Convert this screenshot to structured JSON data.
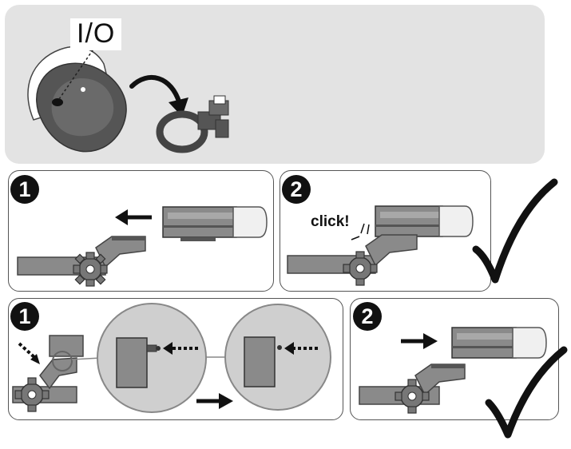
{
  "power_label": "I/O",
  "click_label": "click!",
  "steps": {
    "a1": "1",
    "a2": "2",
    "b1": "1",
    "b2": "2"
  },
  "colors": {
    "panel_bg": "#e3e3e3",
    "dark_gray": "#555555",
    "mid_gray": "#8a8a8a",
    "light_gray": "#c8c8c8",
    "lamp_lens": "#f0f0f0",
    "black": "#111111"
  },
  "icons": [
    "power-switch-icon",
    "curved-arrow-icon",
    "mount-bracket-icon",
    "check-mark-icon",
    "arrow-left-icon",
    "arrow-right-icon",
    "gear-clamp-icon",
    "magnifier-circle-icon"
  ]
}
